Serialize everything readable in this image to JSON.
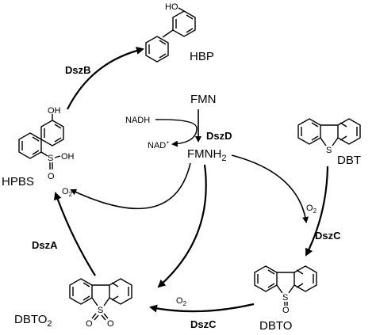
{
  "compounds": {
    "hbp": "HBP",
    "hpbs": "HPBS",
    "dbt": "DBT",
    "dbto": "DBTO",
    "dbto2": "DBTO",
    "dbto2_sub": "2"
  },
  "cofactors": {
    "fmn": "FMN",
    "fmnh2": "FMNH",
    "fmnh2_sub": "2",
    "nadh": "NADH",
    "nad": "NAD",
    "nad_sup": "+",
    "o2_a": "O",
    "o2_a_sub": "2",
    "o2_b": "O",
    "o2_b_sub": "2",
    "o2_c": "O",
    "o2_c_sub": "2"
  },
  "enzymes": {
    "dszb": "DszB",
    "dszd": "DszD",
    "dszc_right": "DszC",
    "dsza": "DszA",
    "dszc_bottom": "DszC"
  },
  "atoms": {
    "ho_hbp": "HO",
    "oh_hpbs": "OH",
    "s_hpbs": "S",
    "oh_hpbs_s": "OH",
    "o_hpbs": "O",
    "s_dbt": "S",
    "s_dbto": "S",
    "o_dbto": "O",
    "s_dbto2": "S",
    "o1_dbto2": "O",
    "o2_dbto2": "O"
  },
  "colors": {
    "enzyme": "#2a3bb5",
    "line": "#000000"
  }
}
